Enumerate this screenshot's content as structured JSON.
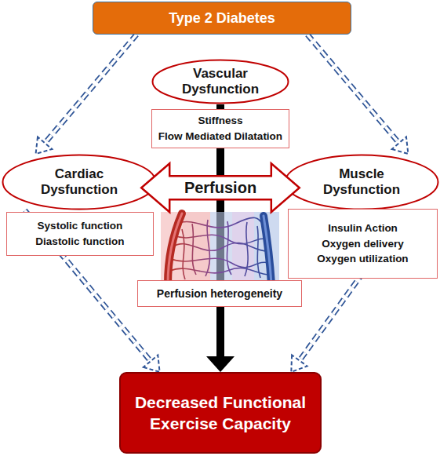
{
  "diagram": {
    "nodes": [
      {
        "text": [
          "Type 2 Diabetes"
        ]
      },
      {
        "text": [
          "Vascular Dysfunction"
        ]
      },
      {
        "text": [
          "Stiffness",
          "Flow Mediated Dilatation"
        ]
      },
      {
        "text": [
          "Cardiac Dysfunction"
        ]
      },
      {
        "text": [
          "Systolic function",
          "Diastolic function"
        ]
      },
      {
        "text": [
          "Muscle Dysfunction"
        ]
      },
      {
        "text": [
          "Insulin Action",
          "Oxygen delivery",
          "Oxygen utilization"
        ]
      },
      {
        "text": [
          "Perfusion heterogeneity"
        ]
      },
      {
        "text": [
          "Decreased Functional Exercise Capacity"
        ]
      }
    ],
    "edges": [
      {
        "from": 0,
        "to": 3,
        "arrow": "to"
      },
      {
        "from": 0,
        "to": 5,
        "arrow": "to"
      },
      {
        "from": 3,
        "to": 5,
        "label": "Perfusion",
        "arrow": "both"
      },
      {
        "from": 1,
        "to": 8,
        "arrow": "to"
      },
      {
        "from": 3,
        "to": 8,
        "arrow": "to"
      },
      {
        "from": 5,
        "to": 8,
        "arrow": "to"
      }
    ]
  }
}
